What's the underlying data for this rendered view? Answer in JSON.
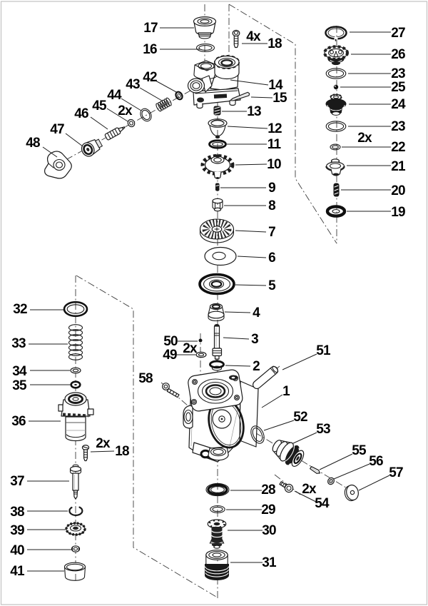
{
  "figure": {
    "kind": "exploded-parts-diagram",
    "colors": {
      "background": "#ffffff",
      "line": "#1a1a1a",
      "border": "#c2c2c2",
      "dark_fill": "#1b1b1b"
    },
    "quantities": {
      "x2": "2x",
      "x4": "4x"
    },
    "callouts": {
      "n1": "1",
      "n2": "2",
      "n3": "3",
      "n4": "4",
      "n5": "5",
      "n6": "6",
      "n7": "7",
      "n8": "8",
      "n9": "9",
      "n10": "10",
      "n11": "11",
      "n12": "12",
      "n13": "13",
      "n14": "14",
      "n15": "15",
      "n16": "16",
      "n17": "17",
      "n18": "18",
      "n19": "19",
      "n20": "20",
      "n21": "21",
      "n22": "22",
      "n23": "23",
      "n24": "24",
      "n25": "25",
      "n26": "26",
      "n27": "27",
      "n28": "28",
      "n29": "29",
      "n30": "30",
      "n31": "31",
      "n32": "32",
      "n33": "33",
      "n34": "34",
      "n35": "35",
      "n36": "36",
      "n37": "37",
      "n38": "38",
      "n39": "39",
      "n40": "40",
      "n41": "41",
      "n42": "42",
      "n43": "43",
      "n44": "44",
      "n45": "45",
      "n46": "46",
      "n47": "47",
      "n48": "48",
      "n49": "49",
      "n50": "50",
      "n51": "51",
      "n52": "52",
      "n53": "53",
      "n54": "54",
      "n55": "55",
      "n56": "56",
      "n57": "57",
      "n58": "58"
    }
  }
}
